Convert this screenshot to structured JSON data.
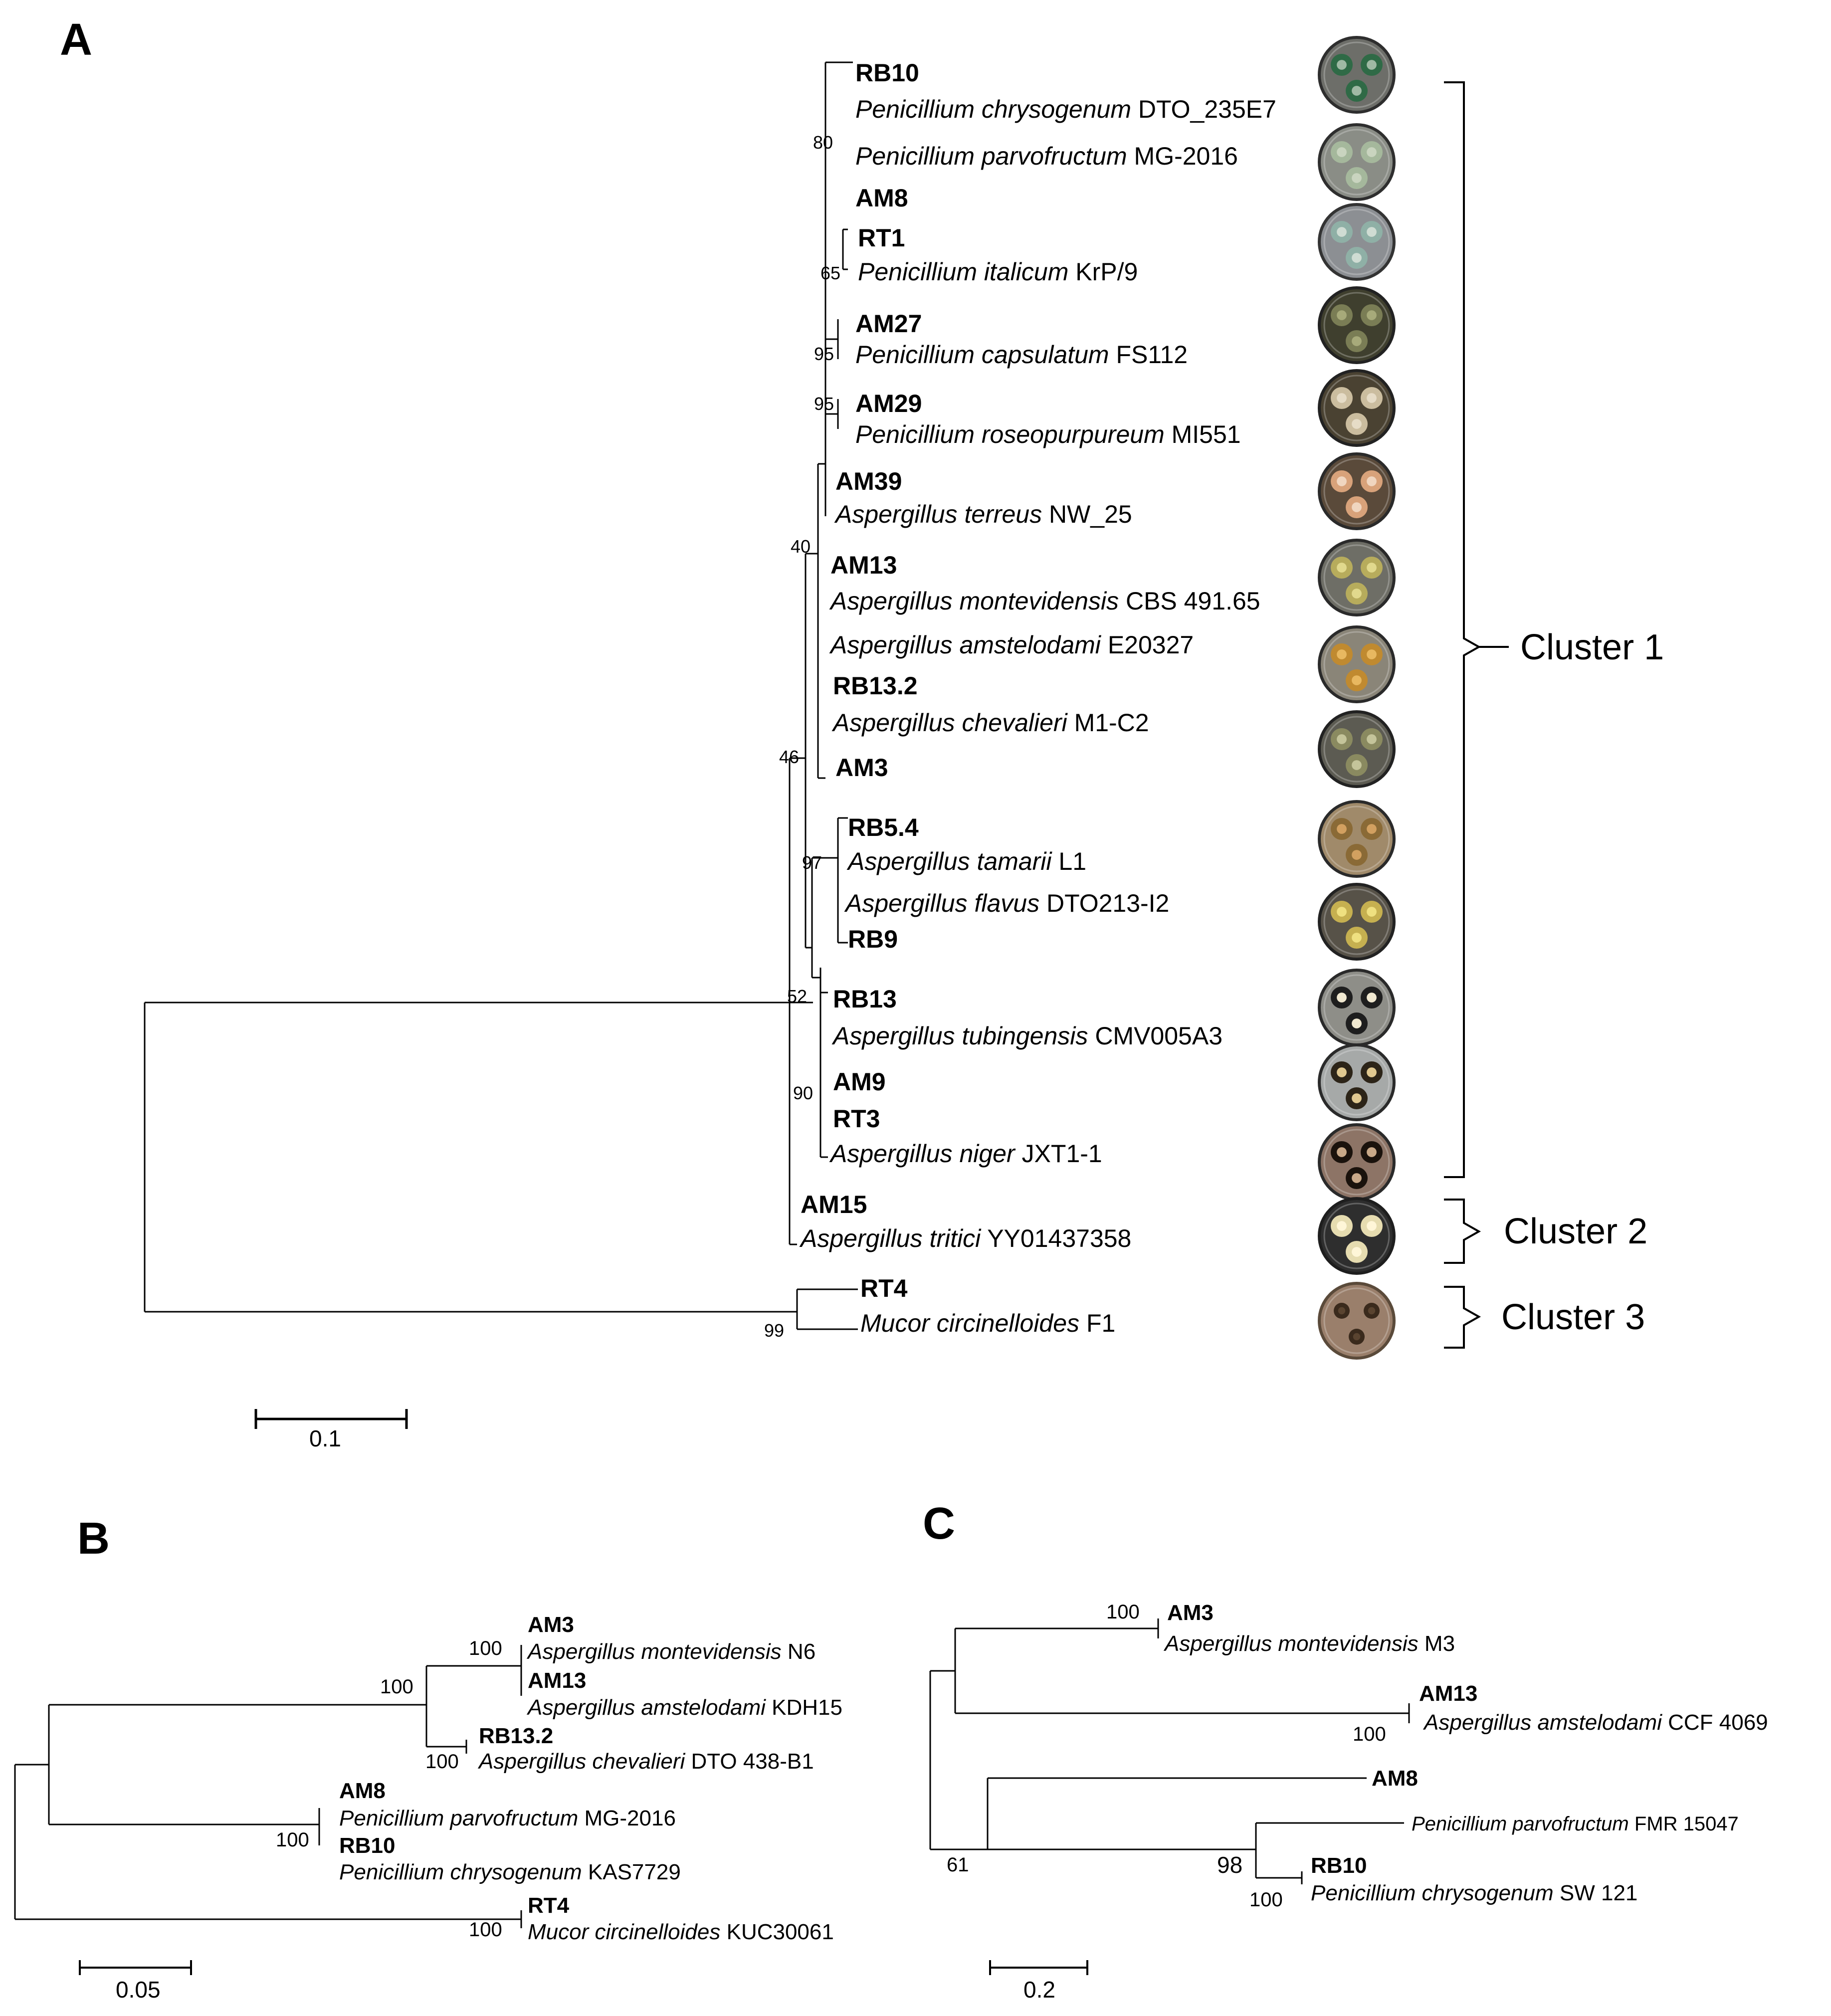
{
  "panels": [
    {
      "letter": "A",
      "scale_label": "0.1",
      "taxa": [
        {
          "name": "RB10"
        },
        {
          "genus": "Penicillium chrysogenum",
          "strain": "DTO_235E7"
        },
        {
          "genus": "Penicillium parvofructum",
          "strain": "MG-2016"
        },
        {
          "name": "AM8"
        },
        {
          "name": "RT1"
        },
        {
          "genus": "Penicillium italicum",
          "strain": "KrP/9"
        },
        {
          "name": "AM27"
        },
        {
          "genus": "Penicillium capsulatum",
          "strain": "FS112"
        },
        {
          "name": "AM29"
        },
        {
          "genus": "Penicillium roseopurpureum",
          "strain": "MI551"
        },
        {
          "name": "AM39"
        },
        {
          "genus": "Aspergillus terreus",
          "strain": " NW_25"
        },
        {
          "name": "AM13"
        },
        {
          "genus": "Aspergillus montevidensis",
          "strain": "CBS 491.65"
        },
        {
          "genus": "Aspergillus amstelodami",
          "strain": "E20327"
        },
        {
          "name": "RB13.2"
        },
        {
          "genus": "Aspergillus chevalieri",
          "strain": "M1-C2"
        },
        {
          "name": "AM3"
        },
        {
          "name": "RB5.4"
        },
        {
          "genus": "Aspergillus tamarii",
          "strain": "L1"
        },
        {
          "genus": "Aspergillus flavus",
          "strain": " DTO213-I2"
        },
        {
          "name": "RB9"
        },
        {
          "name": "RB13"
        },
        {
          "genus": "Aspergillus tubingensis",
          "strain": "CMV005A3"
        },
        {
          "name": "AM9"
        },
        {
          "name": "RT3"
        },
        {
          "genus": "Aspergillus niger",
          "strain": "JXT1-1"
        },
        {
          "name": "AM15"
        },
        {
          "genus": "Aspergillus tritici",
          "strain": " YY01437358"
        },
        {
          "name": "RT4"
        },
        {
          "genus": "Mucor circinelloides",
          "strain": "F1"
        }
      ],
      "bootstraps": [
        "80",
        "65",
        "95",
        "95",
        "40",
        "46",
        "97",
        "52",
        "90",
        "99"
      ],
      "clusters": [
        "Cluster 1",
        "Cluster 2",
        "Cluster 3"
      ]
    },
    {
      "letter": "B",
      "scale_label": "0.05",
      "taxa": [
        {
          "name": "AM3"
        },
        {
          "genus": "Aspergillus montevidensis",
          "strain": "N6"
        },
        {
          "name": "AM13"
        },
        {
          "genus": "Aspergillus amstelodami",
          "strain": "KDH15"
        },
        {
          "name": "RB13.2"
        },
        {
          "genus": "Aspergillus chevalieri",
          "strain": "DTO 438-B1"
        },
        {
          "name": "AM8"
        },
        {
          "genus": "Penicillium parvofructum",
          "strain": "MG-2016"
        },
        {
          "name": "RB10"
        },
        {
          "genus": "Penicillium chrysogenum",
          "strain": "KAS7729"
        },
        {
          "name": "RT4"
        },
        {
          "genus": "Mucor circinelloides",
          "strain": "KUC30061"
        }
      ],
      "bootstraps": [
        "100",
        "100",
        "100",
        "100",
        "100"
      ]
    },
    {
      "letter": "C",
      "scale_label": "0.2",
      "taxa": [
        {
          "name": "AM3"
        },
        {
          "genus": "Aspergillus montevidensis",
          "strain": "M3"
        },
        {
          "name": "AM13"
        },
        {
          "genus": "Aspergillus amstelodami",
          "strain": "CCF 4069"
        },
        {
          "name": "AM8"
        },
        {
          "genus": "Penicillium  parvofructum",
          "strain": " FMR 15047"
        },
        {
          "name": "RB10"
        },
        {
          "genus": "Penicillium chrysogenum",
          "strain": "SW 121"
        }
      ],
      "bootstraps": [
        "100",
        "100",
        "61",
        "98",
        "100"
      ]
    }
  ],
  "colors": {
    "line": "#000000",
    "background": "#ffffff"
  },
  "plates": [
    {
      "rim": "#2e2e2e",
      "bg": "#6d6e69",
      "colony": "#2f6a46",
      "center": "#9fb9a4"
    },
    {
      "rim": "#2e2e2e",
      "bg": "#8a8d86",
      "colony": "#a5b89c",
      "center": "#c9d4bf"
    },
    {
      "rim": "#333333",
      "bg": "#8c8f93",
      "colony": "#8fb0a6",
      "center": "#cfdcd3"
    },
    {
      "rim": "#222222",
      "bg": "#3f3f2e",
      "colony": "#7a7d55",
      "center": "#a7aa7a"
    },
    {
      "rim": "#222222",
      "bg": "#4a4232",
      "colony": "#cbbd9f",
      "center": "#e6dcc7"
    },
    {
      "rim": "#2a2a2a",
      "bg": "#5a4a3a",
      "colony": "#d8a27a",
      "center": "#f0d6c0"
    },
    {
      "rim": "#2a2a2a",
      "bg": "#6e6e66",
      "colony": "#b7ac5c",
      "center": "#e1d98d"
    },
    {
      "rim": "#2a2a2a",
      "bg": "#8a8578",
      "colony": "#c08a30",
      "center": "#e8b860"
    },
    {
      "rim": "#222222",
      "bg": "#5c5b52",
      "colony": "#8a8a60",
      "center": "#c4c49a"
    },
    {
      "rim": "#2a2a2a",
      "bg": "#a08a6a",
      "colony": "#8a6a36",
      "center": "#d2a060"
    },
    {
      "rim": "#222222",
      "bg": "#575248",
      "colony": "#c6b050",
      "center": "#efe080"
    },
    {
      "rim": "#2a2a2a",
      "bg": "#8e8e88",
      "colony": "#1e1e1e",
      "center": "#f0e8d0"
    },
    {
      "rim": "#2a2a2a",
      "bg": "#a6a9a8",
      "colony": "#2c2418",
      "center": "#e0c890"
    },
    {
      "rim": "#2a2a2a",
      "bg": "#8d7466",
      "colony": "#1a120c",
      "center": "#c8a888"
    },
    {
      "rim": "#1e1e1e",
      "bg": "#2e2e2e",
      "colony": "#e6dcb0",
      "center": "#fff6d8"
    },
    {
      "rim": "#5a4a3a",
      "bg": "#9a7f6b",
      "colony": "#3a2a1c",
      "center": "#5a4430"
    }
  ]
}
